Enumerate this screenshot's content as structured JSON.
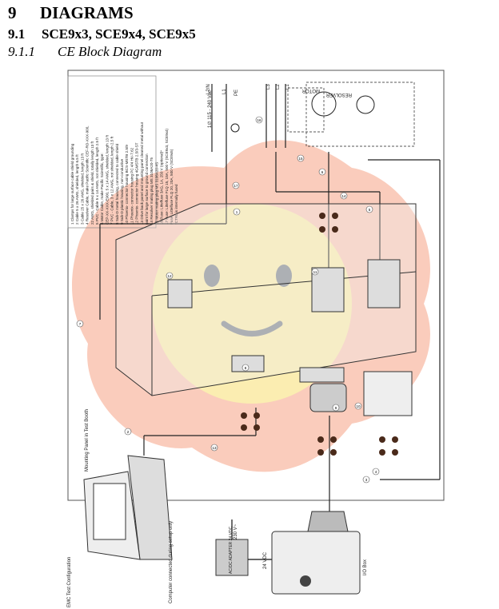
{
  "heading1": {
    "number": "9",
    "title": "DIAGRAMS"
  },
  "heading2": {
    "number": "9.1",
    "title": "SCE9x3, SCE9x4, SCE9x5"
  },
  "heading3": {
    "number": "9.1.1",
    "title": "CE Block Diagram"
  },
  "legend": [
    "1  Clamps for large surface cable shield grounding",
    "2  Cable 5 x 26 AWG, shielded, length 6.5 ft",
    "3  Cable 25 x 26 AWG, shielded, length 13 ft",
    "4  Resolver Cable, make Pacific Scientific CEF-RO-XXX-900,",
    "    22 AWG, shielded pairs & shield, totally length 13 ft",
    "5  PVC - Cable 5 x 14 AWG, not shielded, length 2.5 ft",
    "6  Motor Cable, make Pacific Scientific, type:",
    "    CEP-XX-XXX-E900, 5 x 14 AWG, shielded, length 13 ft",
    "7  PVC - Cable, 3 x 12 AWG, not shielded, length 2.5 ft",
    "8  Sub-D metal housing, connected to cable shield",
    "9  Sub-D plastic housing, non-conductive",
    "10 Phoenix- connector housing BCS-MSTB 2.5/9",
    "11 Phoenix- connector housing PC 4/4 HV-7.62",
    "12 Phoenix- connector housing 4GMSTB 2.5/3-ST",
    "13 Drive back panel and mounting panel cleaned metal without",
    "    paint for large surface to ground connection",
    "14 Resolver mating plug MS 3106A20-75",
    "15 Motor mating plug MS 3106A20-4S",
    "16 Fuse: Littelfuse 3AG, 1A, 250 V (optional)*",
    "17 Fuse: Littelfuse FLQ 15, 15A, 500 V (SCE9x3, SCE9x4)",
    "     Fuse: Littelfuse FLQ 20, 20A, 500 V (SCE9x5)",
    "*CTRL is internally fused"
  ],
  "labels": {
    "supply": "1∅ 115 - 240 Vac",
    "l2n": "L2/N",
    "l1": "L1",
    "pe": "PE",
    "l3": "L3",
    "l2": "L2",
    "l1b": "L1",
    "motor": "MOTOR",
    "resolver": "RESOLVER",
    "mounting_panel": "Mounting Panel in Test Booth",
    "computer_note": "Computer connected during setup only",
    "emc": "EMC Test Configuration",
    "mains": "230 V~",
    "adapter": "AC/DC ADAPTER 24 VDC",
    "vdc": "24 VDC",
    "io_box": "I/O Box",
    "callouts": [
      "1",
      "2",
      "3",
      "4",
      "5",
      "6",
      "7",
      "8",
      "9",
      "10",
      "11",
      "12",
      "13",
      "14",
      "15",
      "16",
      "17"
    ]
  }
}
